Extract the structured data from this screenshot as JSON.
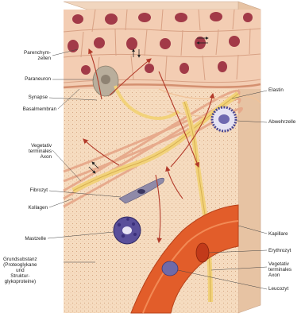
{
  "diagram": {
    "labels_left": [
      {
        "id": "parenchym",
        "text": "Parenchym-\nzellen"
      },
      {
        "id": "paraneuron",
        "text": "Paraneuron"
      },
      {
        "id": "synapse",
        "text": "Synapse"
      },
      {
        "id": "basalmembran",
        "text": "Basalmembran"
      },
      {
        "id": "vegetativ-terminales-axon",
        "text": "Vegetativ\nterminales\nAxon"
      },
      {
        "id": "fibrozyt",
        "text": "Fibrozyt"
      },
      {
        "id": "kollagen",
        "text": "Kollagen"
      },
      {
        "id": "mastzelle",
        "text": "Mastzelle"
      },
      {
        "id": "grundsubstanz",
        "text": "Grundsubstanz\n(Proteoglykane\nund\nStruktur-\nglykoproteine)"
      }
    ],
    "labels_right": [
      {
        "id": "elastin",
        "text": "Elastin"
      },
      {
        "id": "abwehrzelle",
        "text": "Abwehrzelle"
      },
      {
        "id": "kapillare",
        "text": "Kapillare"
      },
      {
        "id": "erythrozyt",
        "text": "Erythrozyt"
      },
      {
        "id": "vegetativ-terminales-axon-2",
        "text": "Vegetativ\nterminales\nAxon"
      },
      {
        "id": "leucozyt",
        "text": "Leucozyt"
      }
    ],
    "colors": {
      "tissue": "#f6dcc0",
      "epithelium": "#f3cdb3",
      "nucleus": "#a23a48",
      "nerve": "#f2d27a",
      "vessel": "#e25d2a",
      "arrow": "#b23a2a",
      "mast": "#5a4f9a",
      "collagen": "#e9a88a"
    }
  }
}
